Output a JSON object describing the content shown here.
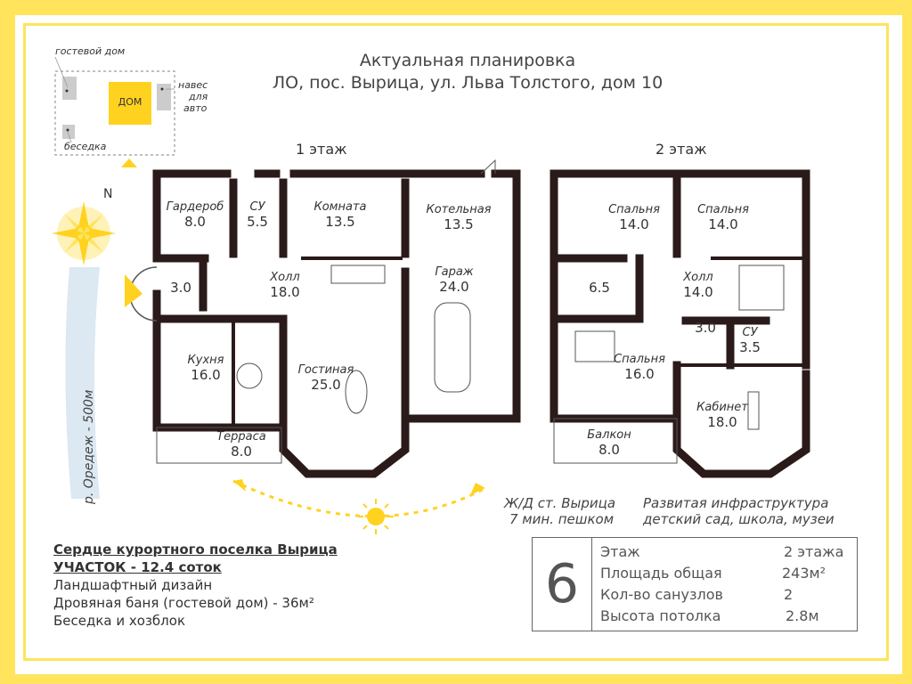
{
  "header": {
    "line1": "Актуальная планировка",
    "line2": "ЛО, пос. Вырица, ул. Льва Толстого, дом 10"
  },
  "site_plan": {
    "guest_house": "гостевой дом",
    "house": "ДОМ",
    "carport": [
      "навес",
      "для",
      "авто"
    ],
    "gazebo": "беседка"
  },
  "compass": {
    "north": "N"
  },
  "river": "р. Оредеж - 500м",
  "floors": {
    "first": {
      "title": "1 этаж",
      "rooms": [
        {
          "name": "Гардероб",
          "area": "8.0"
        },
        {
          "name": "СУ",
          "area": "5.5"
        },
        {
          "name": "Комната",
          "area": "13.5"
        },
        {
          "name": "Котельная",
          "area": "13.5"
        },
        {
          "name": "",
          "area": "3.0"
        },
        {
          "name": "Холл",
          "area": "18.0"
        },
        {
          "name": "Гараж",
          "area": "24.0"
        },
        {
          "name": "Кухня",
          "area": "16.0"
        },
        {
          "name": "Гостиная",
          "area": "25.0"
        },
        {
          "name": "Терраса",
          "area": "8.0"
        }
      ]
    },
    "second": {
      "title": "2 этаж",
      "rooms": [
        {
          "name": "Спальня",
          "area": "14.0"
        },
        {
          "name": "Спальня",
          "area": "14.0"
        },
        {
          "name": "",
          "area": "6.5"
        },
        {
          "name": "Холл",
          "area": "14.0"
        },
        {
          "name": "",
          "area": "3.0"
        },
        {
          "name": "СУ",
          "area": "3.5"
        },
        {
          "name": "Спальня",
          "area": "16.0"
        },
        {
          "name": "Кабинет",
          "area": "18.0"
        },
        {
          "name": "Балкон",
          "area": "8.0"
        }
      ]
    }
  },
  "info": {
    "heading": "Сердце курортного поселка Вырица",
    "plot": "УЧАСТОК - 12.4 соток",
    "features": [
      "Ландшафтный дизайн",
      "Дровяная баня (гостевой дом) - 36м²",
      "Беседка и хозблок"
    ]
  },
  "highlights": {
    "station_title": "Ж/Д ст. Вырица",
    "station_sub": "7 мин. пешком",
    "infra_title": "Развитая инфраструктура",
    "infra_sub": "детский сад, школа, музеи"
  },
  "specs": {
    "number": "6",
    "rows": [
      {
        "label": "Этаж",
        "value": "2 этажа"
      },
      {
        "label": "Площадь общая",
        "value": "243м²"
      },
      {
        "label": "Кол-во санузлов",
        "value": "2"
      },
      {
        "label": "Высота потолка",
        "value": "2.8м"
      }
    ]
  },
  "colors": {
    "frame": "#ffe45c",
    "wall": "#2b1a1a",
    "sun": "#ffd21f"
  }
}
